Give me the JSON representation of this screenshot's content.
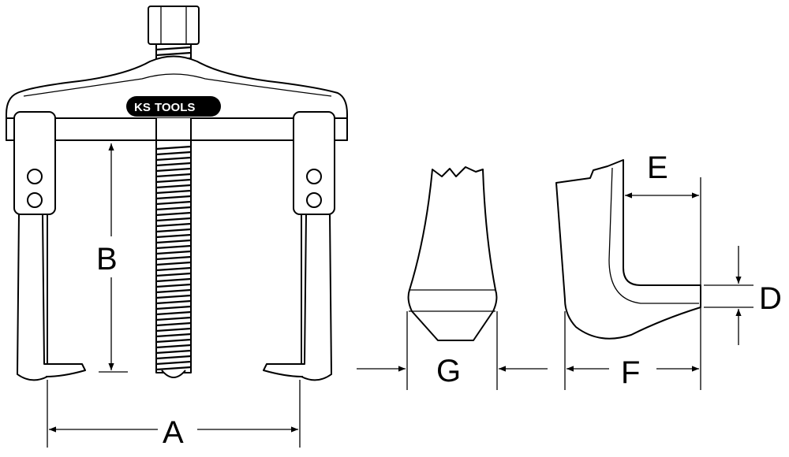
{
  "logo": {
    "brand": "KS",
    "text": "TOOLS"
  },
  "dimensions": {
    "a": "A",
    "b": "B",
    "d": "D",
    "e": "E",
    "f": "F",
    "g": "G"
  }
}
